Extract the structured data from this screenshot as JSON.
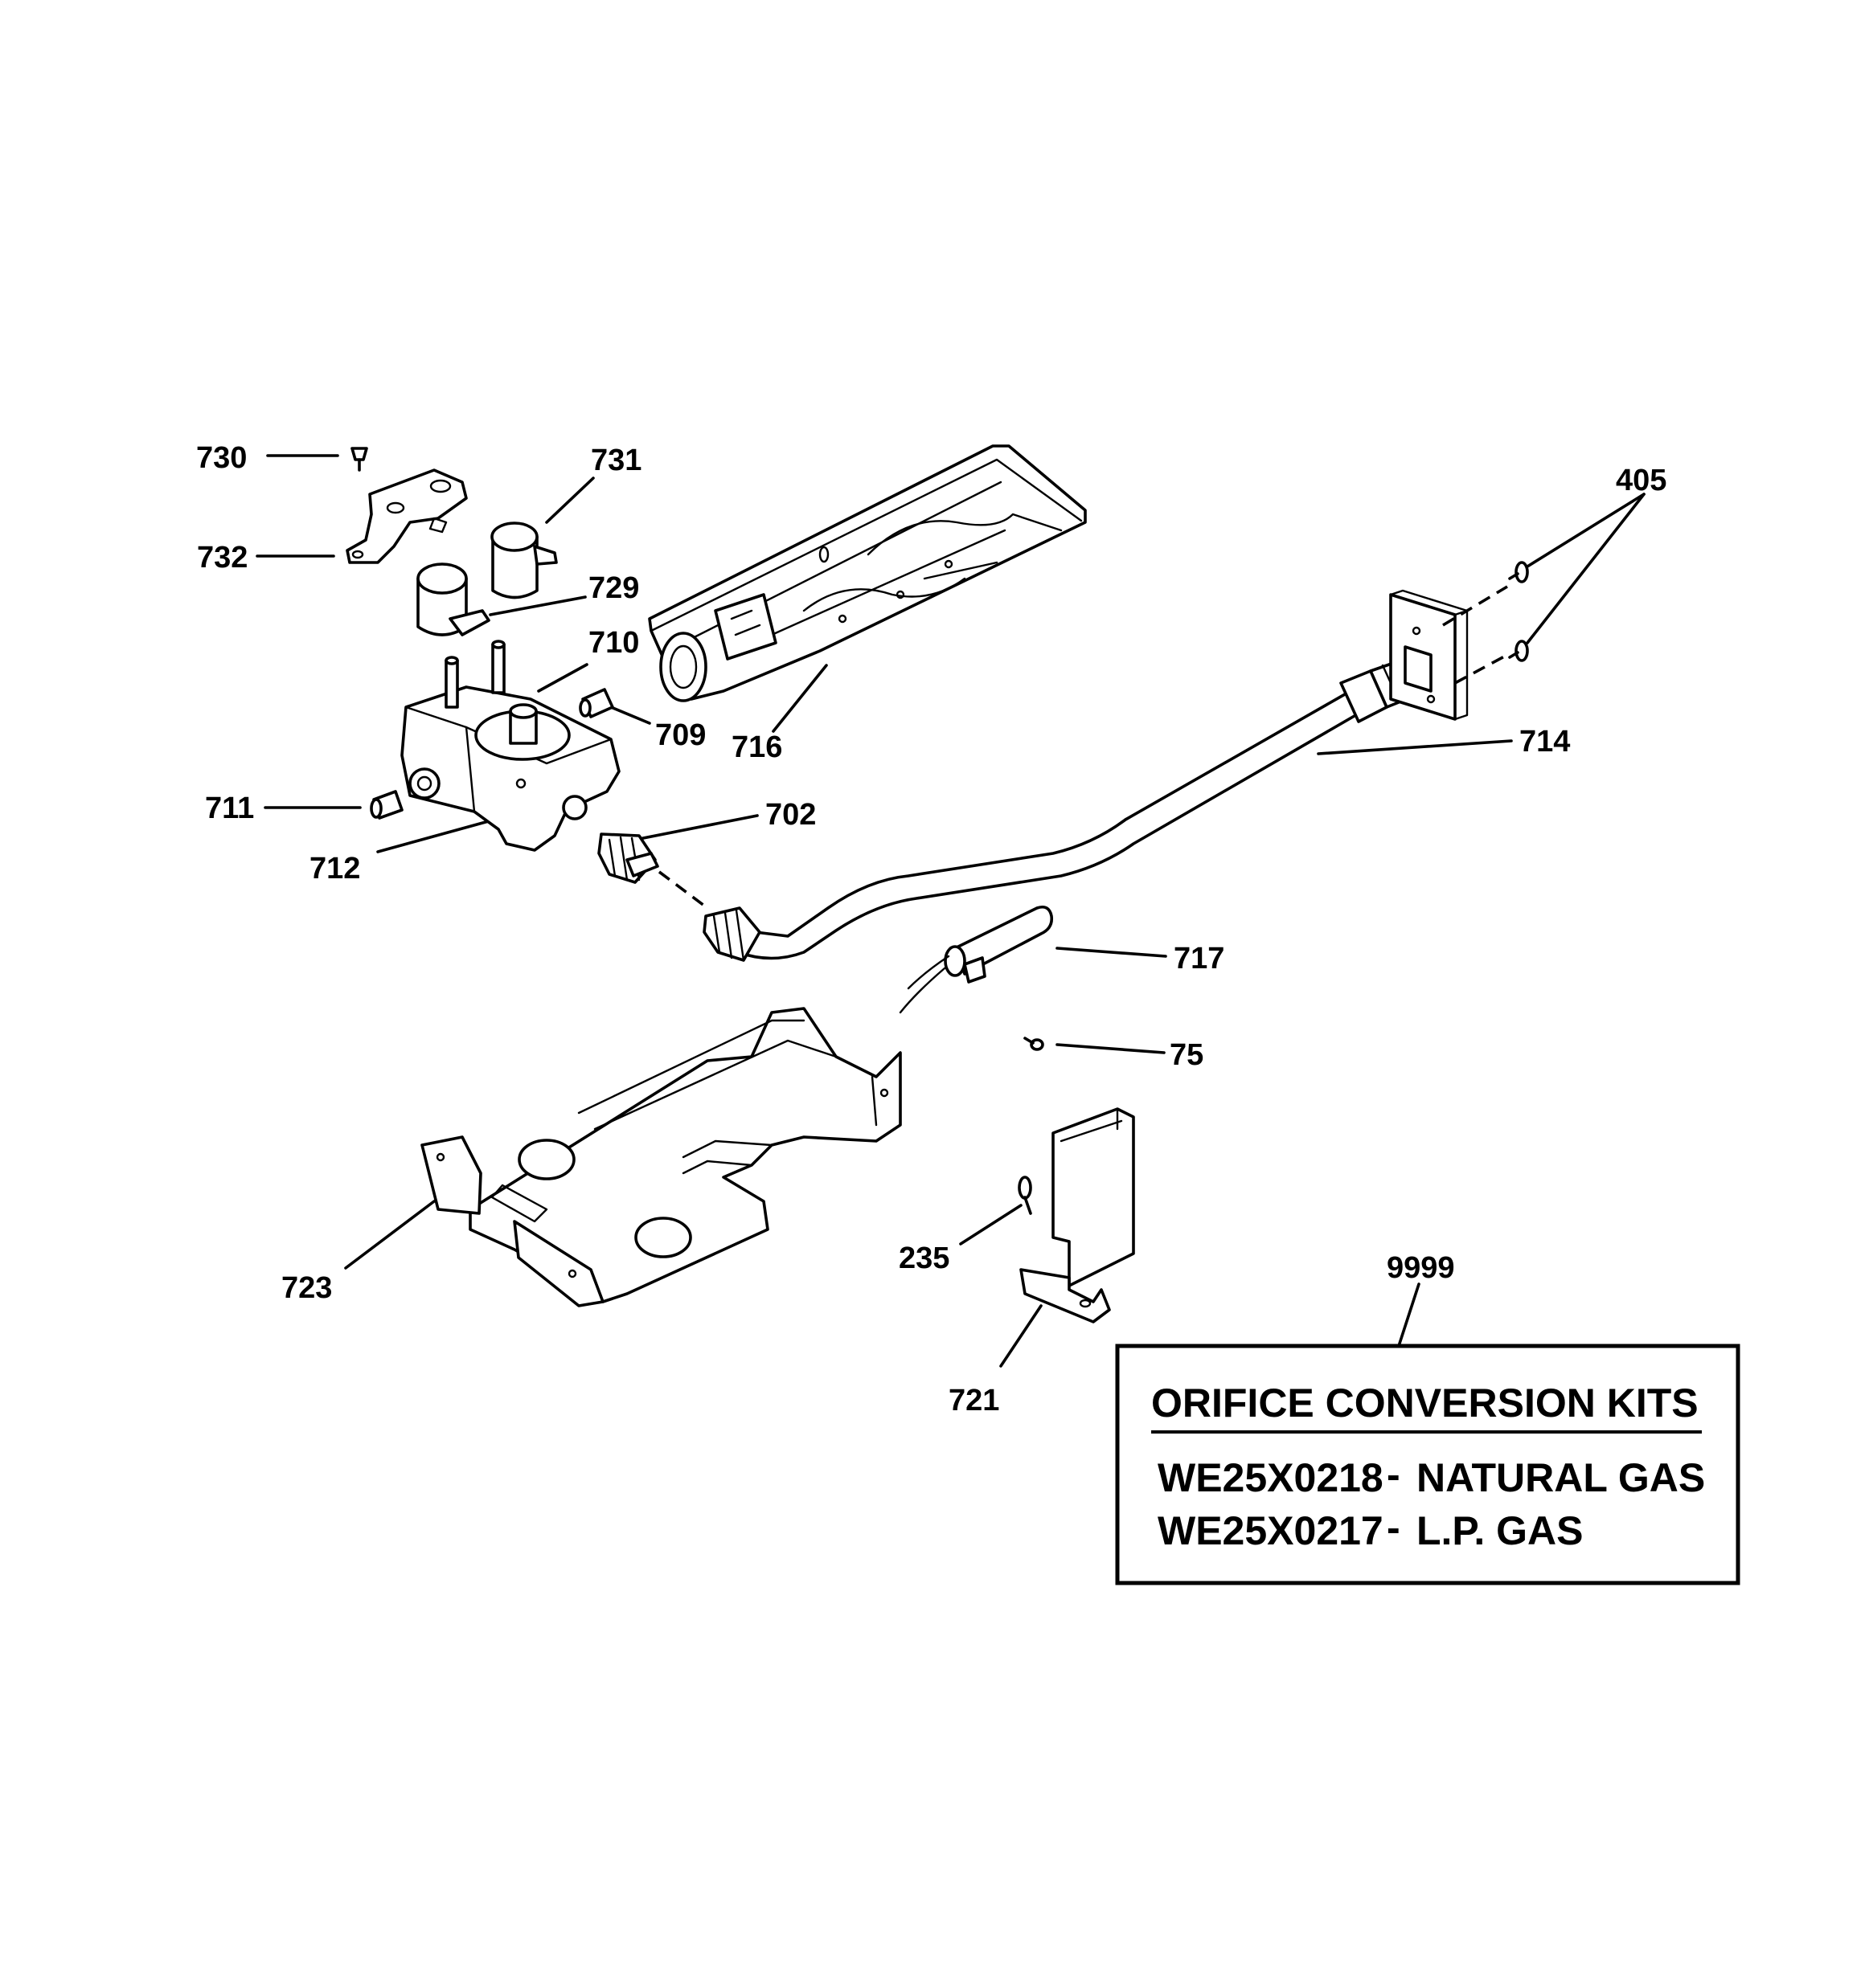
{
  "callouts": [
    {
      "id": "730",
      "text": "730"
    },
    {
      "id": "731",
      "text": "731"
    },
    {
      "id": "732",
      "text": "732"
    },
    {
      "id": "729",
      "text": "729"
    },
    {
      "id": "710",
      "text": "710"
    },
    {
      "id": "709",
      "text": "709"
    },
    {
      "id": "716",
      "text": "716"
    },
    {
      "id": "405",
      "text": "405"
    },
    {
      "id": "714",
      "text": "714"
    },
    {
      "id": "711",
      "text": "711"
    },
    {
      "id": "702",
      "text": "702"
    },
    {
      "id": "712",
      "text": "712"
    },
    {
      "id": "717",
      "text": "717"
    },
    {
      "id": "75",
      "text": "75"
    },
    {
      "id": "723",
      "text": "723"
    },
    {
      "id": "235",
      "text": "235"
    },
    {
      "id": "9999",
      "text": "9999"
    },
    {
      "id": "721",
      "text": "721"
    }
  ],
  "kit_box": {
    "title": "ORIFICE CONVERSION KITS",
    "rows": [
      {
        "part": "WE25X0218",
        "sep": "-",
        "desc": "NATURAL GAS"
      },
      {
        "part": "WE25X0217",
        "sep": "-",
        "desc": "L.P. GAS"
      }
    ]
  }
}
